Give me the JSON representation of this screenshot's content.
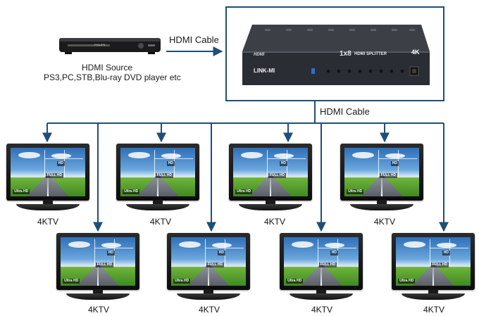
{
  "source": {
    "title": "HDMI Source",
    "subtitle": "PS3,PC,STB,Blu-ray DVD player etc",
    "player_brand": "PHILIPS"
  },
  "cables": {
    "source_to_splitter": "HDMI Cable",
    "splitter_to_tvs": "HDMI Cable"
  },
  "splitter": {
    "hdmi_logo": "HDMI",
    "model": "1x8",
    "product": "HDMI SPLITTER",
    "badge": "4K",
    "brand": "LINK-MI"
  },
  "tv_screen_tags": {
    "full_hd": "FULL HD",
    "hd": "HD",
    "ultra_hd": "Ultra HD"
  },
  "tvs": [
    {
      "label": "4KTV"
    },
    {
      "label": "4KTV"
    },
    {
      "label": "4KTV"
    },
    {
      "label": "4KTV"
    },
    {
      "label": "4KTV"
    },
    {
      "label": "4KTV"
    },
    {
      "label": "4KTV"
    },
    {
      "label": "4KTV"
    }
  ],
  "colors": {
    "line": "#1f4e79",
    "splitter_body": "#2a2d33"
  }
}
